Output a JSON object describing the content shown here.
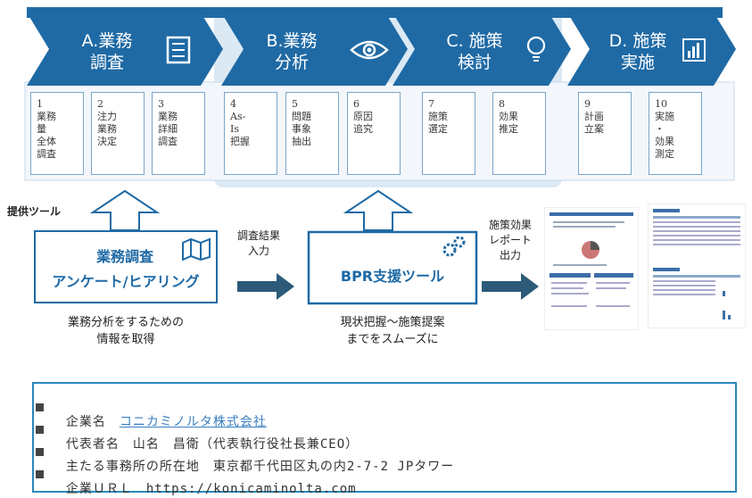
{
  "phases": [
    {
      "title": "A.業務\n調査",
      "icon": "checklist-icon"
    },
    {
      "title": "B.業務\n分析",
      "icon": "eye-icon"
    },
    {
      "title": "C. 施策\n検討",
      "icon": "lightbulb-icon"
    },
    {
      "title": "D. 施策\n実施",
      "icon": "bar-chart-icon"
    }
  ],
  "steps": [
    {
      "num": "1",
      "text": "業務\n量\n全体\n調査"
    },
    {
      "num": "2",
      "text": "注力\n業務\n決定"
    },
    {
      "num": "3",
      "text": "業務\n詳細\n調査"
    },
    {
      "num": "4",
      "text": "As-\nIs\n把握"
    },
    {
      "num": "5",
      "text": "問題\n事象\n抽出"
    },
    {
      "num": "6",
      "text": "原因\n追究"
    },
    {
      "num": "7",
      "text": "施策\n選定"
    },
    {
      "num": "8",
      "text": "効果\n推定"
    },
    {
      "num": "9",
      "text": "計画\n立案"
    },
    {
      "num": "10",
      "text": "実施\n・\n効果\n測定"
    }
  ],
  "tools_label": "提供ツール",
  "tool1": {
    "line1": "業務調査",
    "line2": "アンケート/ヒアリング",
    "caption": "業務分析をするための\n情報を取得"
  },
  "arrow1_label": "調査結果\n入力",
  "tool2": {
    "label": "BPR支援ツール",
    "caption": "現状把握～施策提案\nまでをスムーズに"
  },
  "arrow2_label": "施策効果\nレポート\n出力",
  "company": {
    "name_label": "企業名",
    "name_value": "コニカミノルタ株式会社",
    "rep_label": "代表者名",
    "rep_value": "山名　昌衛（代表執行役社長兼CEO）",
    "office_label": "主たる事務所の所在地",
    "office_value": "東京都千代田区丸の内2-7-2 JPタワー",
    "url_label": "企業ＵＲＬ",
    "url_value": "https://konicaminolta.com"
  },
  "colors": {
    "phase_blue": "#1f6aa5",
    "light_blue": "#cfe3f3",
    "accent_blue": "#1f6aa5",
    "arrow_dark": "#2c5a78"
  }
}
